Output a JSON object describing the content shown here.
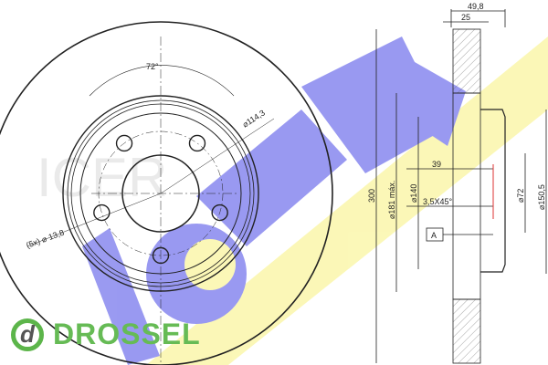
{
  "watermark": {
    "logo_text": "ICER",
    "ghost_text": "ICER"
  },
  "front_view": {
    "angle_label": "72°",
    "pcd_label": "⌀114,3",
    "bolt_holes_label": "(5x) ⌀ 13,8",
    "bolt_hole_count": 5
  },
  "section_view": {
    "overall_height_label": "49,8",
    "thickness_label": "25",
    "diameter_label": "300",
    "max_label": "⌀181 máx.",
    "d140_label": "⌀140",
    "depth_label": "39",
    "chamfer_label": "3,5X45°",
    "datum_label": "A",
    "bore_label": "⌀72",
    "hub_label": "⌀150,5"
  },
  "brand": {
    "name": "DROSSEL",
    "icon_letter": "d"
  },
  "colors": {
    "logo_blue": "#8f8ff0",
    "logo_yellow": "#fbf7b0",
    "brand_green": "#66bb55",
    "line": "#222222"
  }
}
